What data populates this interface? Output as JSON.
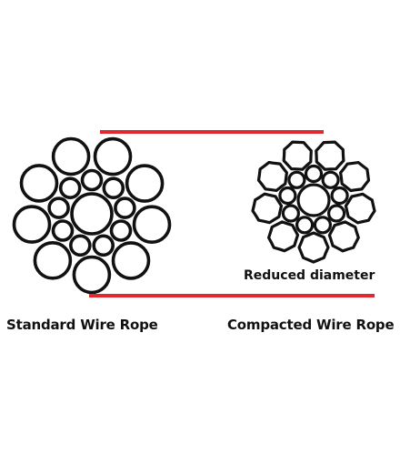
{
  "labels": {
    "standard": "Standard Wire Rope",
    "compacted": "Compacted Wire Rope",
    "reduced": "Reduced diameter"
  },
  "colors": {
    "guide_line": "#e0282e",
    "wire_stroke": "#111111",
    "text": "#111111",
    "background": "#ffffff"
  }
}
